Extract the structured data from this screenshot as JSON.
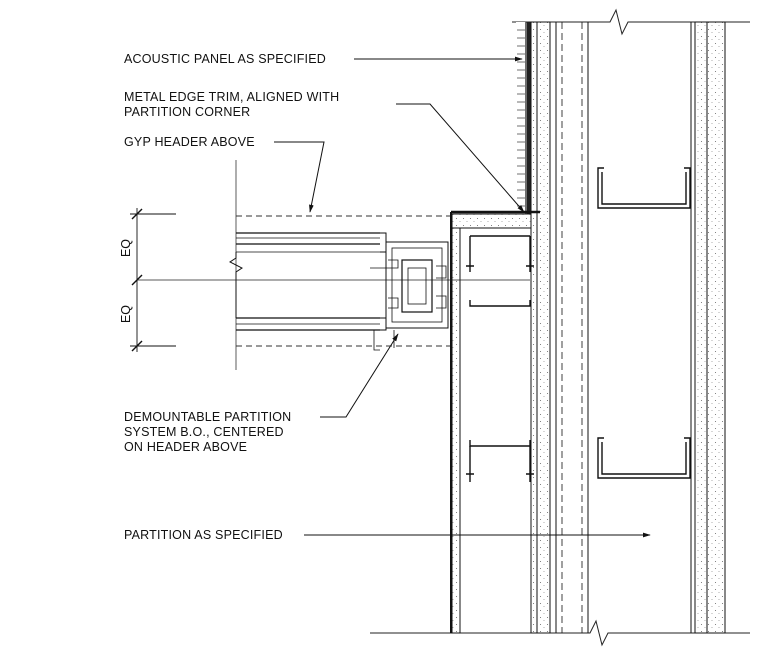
{
  "notes": {
    "acoustic_panel": "ACOUSTIC PANEL AS SPECIFIED",
    "metal_trim_line1": "METAL EDGE TRIM, ALIGNED WITH",
    "metal_trim_line2": "PARTITION CORNER",
    "gyp_header": "GYP HEADER ABOVE",
    "demountable_line1": "DEMOUNTABLE PARTITION",
    "demountable_line2": "SYSTEM B.O., CENTERED",
    "demountable_line3": "ON HEADER ABOVE",
    "partition": "PARTITION AS SPECIFIED"
  },
  "dimensions": {
    "eq_upper": "EQ",
    "eq_lower": "EQ"
  }
}
